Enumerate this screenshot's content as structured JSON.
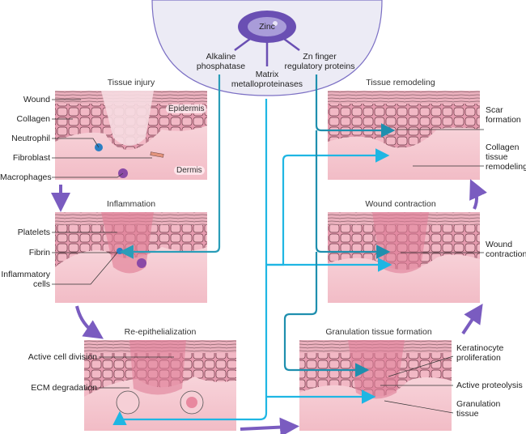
{
  "hub": {
    "center": "Zinc",
    "branches": [
      {
        "label_lines": [
          "Alkaline",
          "phosphatase"
        ]
      },
      {
        "label_lines": [
          "Matrix",
          "metalloproteinases"
        ]
      },
      {
        "label_lines": [
          "Zn finger",
          "regulatory proteins"
        ]
      }
    ]
  },
  "panels": {
    "tissue_injury": {
      "title": "Tissue injury",
      "tags": [
        "Epidermis",
        "Dermis"
      ],
      "labels": [
        "Wound",
        "Collagen",
        "Neutrophil",
        "Fibroblast",
        "Macrophages"
      ]
    },
    "inflammation": {
      "title": "Inflammation",
      "labels": [
        "Platelets",
        "Fibrin",
        "Inflammatory",
        "cells"
      ]
    },
    "re_epithelialization": {
      "title": "Re-epithelialization",
      "labels": [
        "Active cell division",
        "ECM degradation"
      ]
    },
    "tissue_remodeling": {
      "title": "Tissue remodeling",
      "labels": [
        "Scar",
        "formation",
        "Collagen",
        "tissue",
        "remodeling"
      ]
    },
    "wound_contraction": {
      "title": "Wound contraction",
      "labels": [
        "Wound",
        "contraction"
      ]
    },
    "granulation": {
      "title": "Granulation tissue formation",
      "labels": [
        "Keratinocyte",
        "proliferation",
        "Active proteolysis",
        "Granulation",
        "tissue"
      ]
    }
  },
  "colors": {
    "hub_fill": "#ecebf5",
    "hub_stroke": "#7b6fc4",
    "zinc_outer": "#6a4fb3",
    "zinc_inner": "#a99cd9",
    "alp_line": "#2a9db8",
    "mmp_line": "#1fb6e3",
    "znf_line": "#1f8fae",
    "flow_arrow": "#7a5cc0",
    "skin_top": "#e6a9b8",
    "skin_cells": "#d98ca0",
    "dermis": "#f6cfd6",
    "collagen_red": "#ea5a4f",
    "collagen_lilac": "#c9a6d8"
  }
}
